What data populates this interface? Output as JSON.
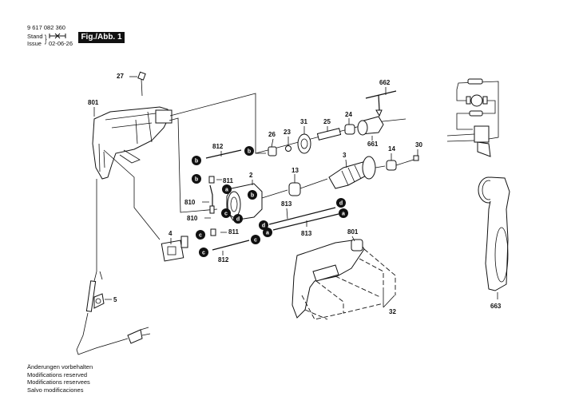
{
  "header": {
    "part_number": "9 617 082 360",
    "stand_label": "Stand",
    "issue_label": "Issue",
    "date": "02-06-26",
    "figure_label": "Fig./Abb. 1"
  },
  "footer": {
    "lines": [
      "Änderungen vorbehalten",
      "Modifications reserved",
      "Modifications reservees",
      "Salvo modificaciones"
    ]
  },
  "diagram": {
    "title": "Exploded view – electric drill",
    "part_labels": {
      "p27": "27",
      "p801a": "801",
      "p662": "662",
      "p812a": "812",
      "p26": "26",
      "p23": "23",
      "p31": "31",
      "p25": "25",
      "p24": "24",
      "p661": "661",
      "p811a": "811",
      "p2": "2",
      "p810a": "810",
      "p810b": "810",
      "p13": "13",
      "p3": "3",
      "p14": "14",
      "p30": "30",
      "p813a": "813",
      "p813b": "813",
      "p4": "4",
      "p811b": "811",
      "p812b": "812",
      "p801b": "801",
      "p5": "5",
      "p32": "32",
      "p663": "663"
    },
    "connector_letters": {
      "a": "a",
      "b": "b",
      "c": "c",
      "d": "d"
    }
  }
}
